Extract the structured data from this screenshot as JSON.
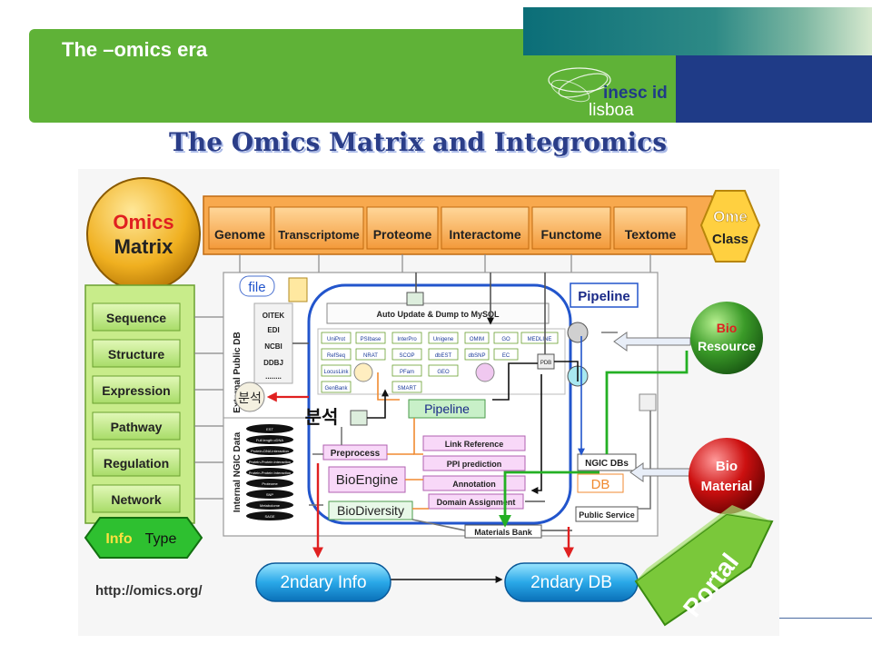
{
  "slide": {
    "title": "The –omics era",
    "main_title": "The Omics Matrix and Integromics",
    "url": "http://omics.org/"
  },
  "logo": {
    "line1": "inesc id",
    "line2": "lisboa"
  },
  "omics_matrix": {
    "line1": "Omics",
    "line2": "Matrix"
  },
  "ome_class": {
    "line1": "Ome",
    "line2": "Class"
  },
  "ome_row": [
    "Genome",
    "Transcriptome",
    "Proteome",
    "Interactome",
    "Functome",
    "Textome"
  ],
  "info_types": [
    "Sequence",
    "Structure",
    "Expression",
    "Pathway",
    "Regulation",
    "Network"
  ],
  "info_type_label": {
    "word1": "Info",
    "word2": "Type"
  },
  "external_db_label": "External Public DB",
  "internal_data_label": "Internal NGIC Data",
  "file_label": "file",
  "external_dbs": [
    "OITEK",
    "EDI",
    "NCBI",
    "DDBJ",
    "........"
  ],
  "auto_update": "Auto Update & Dump to MySQL",
  "db_grid": [
    [
      "UniProt",
      "PSIbase",
      "InterPro",
      "Unigene",
      "OMIM",
      "GO",
      "MEDLINE"
    ],
    [
      "RefSeq",
      "NRAT",
      "SCOP",
      "dbEST",
      "dbSNP",
      "EC",
      ""
    ],
    [
      "LocusLink",
      "",
      "PFam",
      "GEO",
      "",
      "",
      ""
    ],
    [
      "GenBank",
      "",
      "SMART",
      "",
      "",
      "",
      ""
    ]
  ],
  "pipeline_top": "Pipeline",
  "pipeline_mid": "Pipeline",
  "bunseok_small": "분석",
  "bunseok_large": "분석",
  "pdb_label": "PDB",
  "preprocess": "Preprocess",
  "bioengine": "BioEngine",
  "biodiversity": "BioDiversity",
  "analysis_boxes": [
    "Link Reference",
    "PPI prediction",
    "Annotation",
    "Domain Assignment"
  ],
  "materials_bank": "Materials Bank",
  "ngic_dbs": "NGIC DBs",
  "db_label": "DB",
  "public_service": "Public Service",
  "internal_items": [
    "EST",
    "Full length cDNA",
    "Protein-DNA interaction",
    "Protein-Protein interaction",
    "Protein-Protein Interaction",
    "Proteome",
    "SNP",
    "Metabolome",
    "SAGE"
  ],
  "bio_resource": {
    "line1": "Bio",
    "line2": "Resource"
  },
  "bio_material": {
    "line1": "Bio",
    "line2": "Material"
  },
  "secondary_info": "2ndary Info",
  "secondary_db": "2ndary DB",
  "portal": "Portal",
  "colors": {
    "header_green": "#5fb237",
    "navy": "#1f3b87",
    "teal": "#0b6e78",
    "title_blue": "#2a3d88",
    "orange": "#f7a348",
    "lime": "#c8ec8a",
    "red": "#e02020",
    "green_arrow": "#24b024"
  }
}
